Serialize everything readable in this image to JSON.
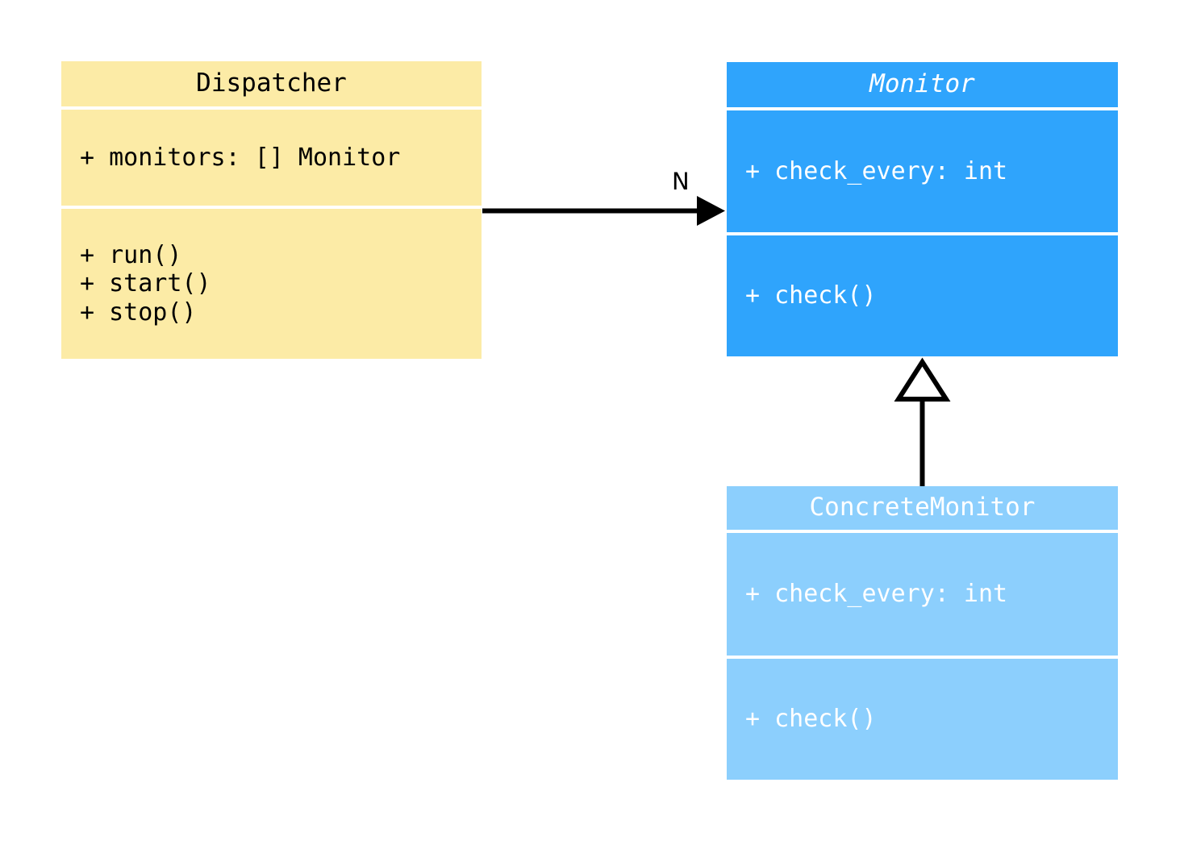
{
  "diagram": {
    "type": "uml-class-diagram",
    "background_color": "#ffffff",
    "classes": [
      {
        "id": "dispatcher",
        "name": "Dispatcher",
        "abstract": false,
        "fill_color": "#fceba6",
        "text_color": "#000000",
        "attributes": [
          "+ monitors: [] Monitor"
        ],
        "methods": [
          "+ run()",
          "+ start()",
          "+ stop()"
        ]
      },
      {
        "id": "monitor",
        "name": "Monitor",
        "abstract": true,
        "fill_color": "#2fa4fc",
        "text_color": "#ffffff",
        "attributes": [
          "+ check_every: int"
        ],
        "methods": [
          "+ check()"
        ]
      },
      {
        "id": "concrete_monitor",
        "name": "ConcreteMonitor",
        "abstract": false,
        "fill_color": "#8ccffd",
        "text_color": "#ffffff",
        "attributes": [
          "+ check_every: int"
        ],
        "methods": [
          "+ check()"
        ]
      }
    ],
    "relationships": [
      {
        "id": "dispatcher-to-monitor",
        "kind": "association",
        "from": "Dispatcher",
        "to": "Monitor",
        "arrowhead": "filled-arrow",
        "label": "N",
        "line_color": "#000000"
      },
      {
        "id": "concrete-to-monitor",
        "kind": "generalization",
        "from": "ConcreteMonitor",
        "to": "Monitor",
        "arrowhead": "hollow-triangle",
        "label": "",
        "line_color": "#000000"
      }
    ]
  }
}
